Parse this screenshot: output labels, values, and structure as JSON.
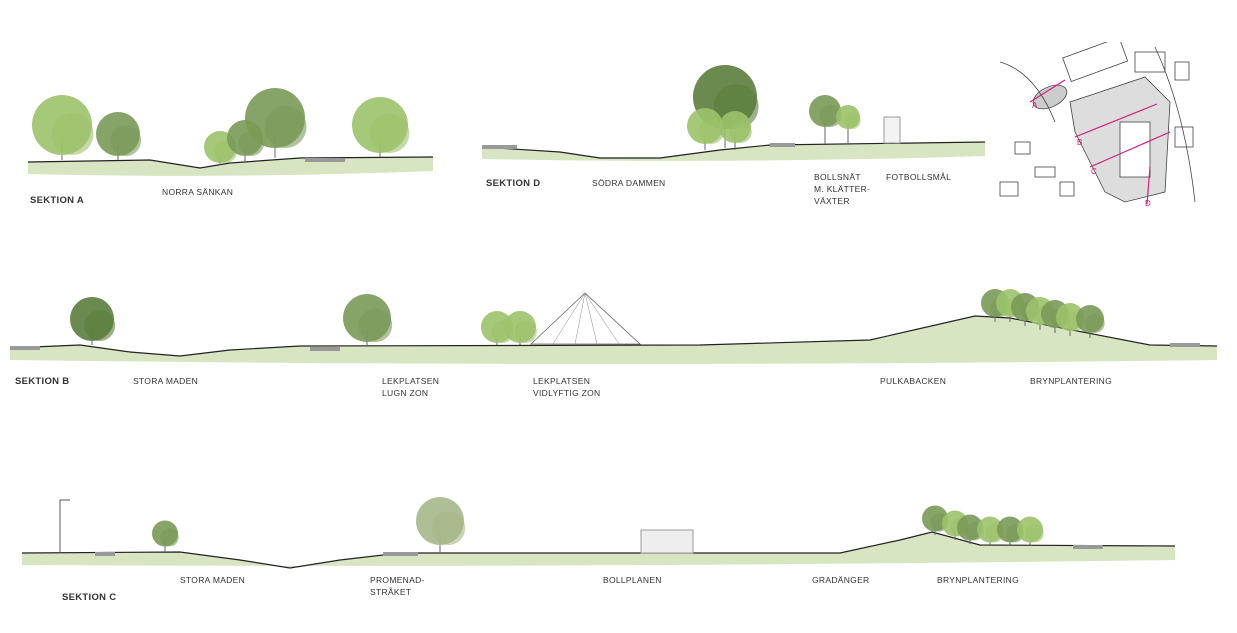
{
  "sections": {
    "a": {
      "title": "SEKTION A",
      "labels": [
        "NORRA SÄNKAN"
      ]
    },
    "d": {
      "title": "SEKTION D",
      "labels": [
        "SÖDRA DAMMEN",
        "BOLLSNÄT\nM. KLÄTTER-\nVÄXTER",
        "FOTBOLLSMÅL"
      ]
    },
    "b": {
      "title": "SEKTION B",
      "labels": [
        "STORA MADEN",
        "LEKPLATSEN\nLUGN ZON",
        "LEKPLATSEN\nVIDLYFTIG ZON",
        "PULKABACKEN",
        "BRYNPLANTERING"
      ]
    },
    "c": {
      "title": "SEKTION C",
      "labels": [
        "STORA MADEN",
        "PROMENAD-\nSTRÅKET",
        "BOLLPLANEN",
        "GRADÄNGER",
        "BRYNPLANTERING"
      ]
    }
  },
  "key_map": {
    "markers": [
      "A",
      "B",
      "C",
      "D"
    ],
    "accent": "#d0207a"
  },
  "colors": {
    "ground": "#c9dcae",
    "line": "#222222",
    "tree_light": "#9cc26a",
    "tree_mid": "#7a9a58",
    "tree_dark": "#5a7d3c"
  }
}
